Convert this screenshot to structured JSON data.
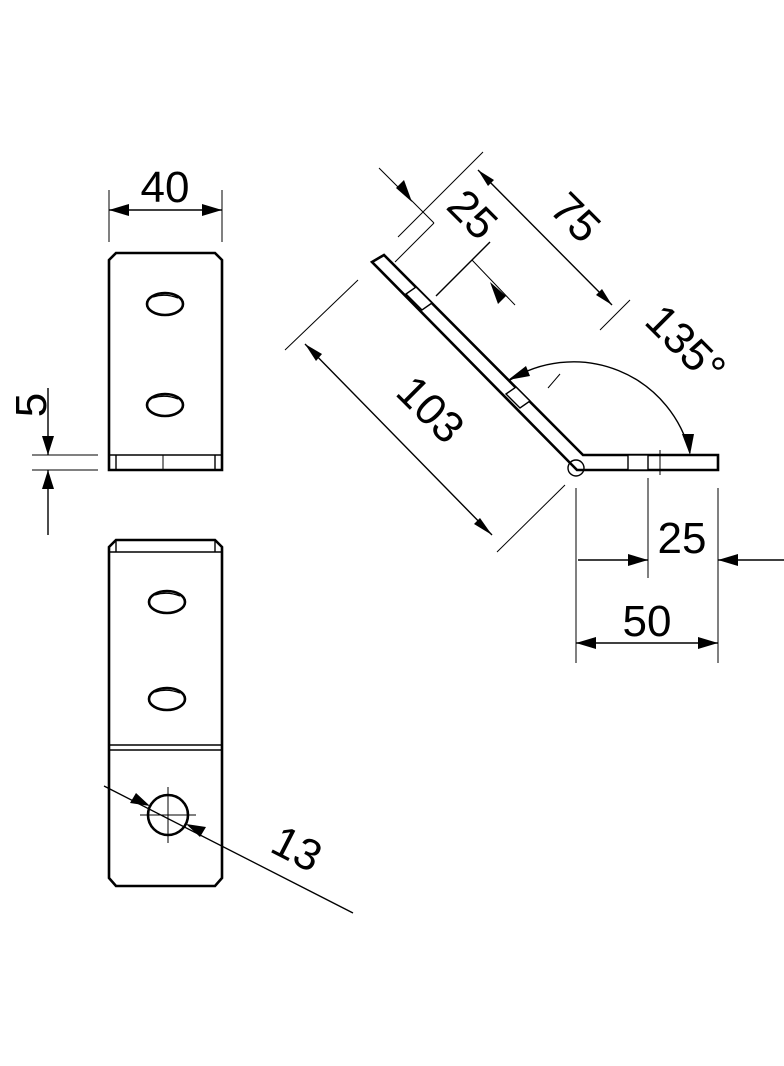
{
  "dimensions": {
    "width": "40",
    "thickness": "5",
    "hole_diameter": "13",
    "slot_offset": "25",
    "leg_length_angled": "75",
    "angle": "135°",
    "total_length": "103",
    "flat_hole_offset": "25",
    "flat_length": "50"
  }
}
